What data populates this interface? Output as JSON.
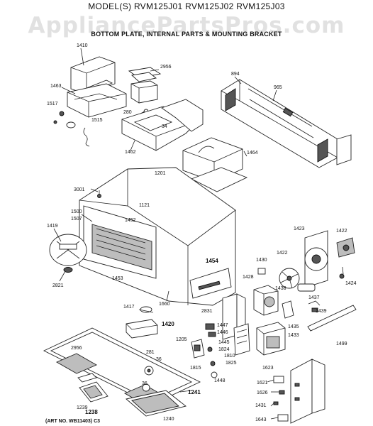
{
  "header": {
    "model": "MODEL(S) RVM125J01 RVM125J02 RVM125J03",
    "subtitle": "BOTTOM PLATE, INTERNAL PARTS & MOUNTING BRACKET",
    "watermark": "AppliancePartsPros.com"
  },
  "footer": {
    "art_no": "(ART NO. WB11403) C3"
  },
  "parts": [
    {
      "id": "p1410",
      "label": "1410"
    },
    {
      "id": "p2956a",
      "label": "2956"
    },
    {
      "id": "p894",
      "label": "894"
    },
    {
      "id": "p965",
      "label": "965"
    },
    {
      "id": "p1463",
      "label": "1463"
    },
    {
      "id": "p1517",
      "label": "1517"
    },
    {
      "id": "p1515",
      "label": "1515"
    },
    {
      "id": "p280",
      "label": "280"
    },
    {
      "id": "p34",
      "label": "34"
    },
    {
      "id": "p1462",
      "label": "1462"
    },
    {
      "id": "p1464",
      "label": "1464"
    },
    {
      "id": "p1201",
      "label": "1201"
    },
    {
      "id": "p3001",
      "label": "3001"
    },
    {
      "id": "p1121",
      "label": "1121"
    },
    {
      "id": "p1500",
      "label": "1500"
    },
    {
      "id": "p1507",
      "label": "1507"
    },
    {
      "id": "p1419",
      "label": "1419"
    },
    {
      "id": "p1452",
      "label": "1452"
    },
    {
      "id": "p1423",
      "label": "1423"
    },
    {
      "id": "p1422a",
      "label": "1422"
    },
    {
      "id": "p1422b",
      "label": "1422"
    },
    {
      "id": "p1430",
      "label": "1430"
    },
    {
      "id": "p1454",
      "label": "1454"
    },
    {
      "id": "p1428",
      "label": "1428"
    },
    {
      "id": "p1438",
      "label": "1438"
    },
    {
      "id": "p1424",
      "label": "1424"
    },
    {
      "id": "p1437",
      "label": "1437"
    },
    {
      "id": "p1439",
      "label": "1439"
    },
    {
      "id": "p1453",
      "label": "1453"
    },
    {
      "id": "p2821",
      "label": "2821"
    },
    {
      "id": "p1660",
      "label": "1660"
    },
    {
      "id": "p1417",
      "label": "1417"
    },
    {
      "id": "p2831",
      "label": "2831"
    },
    {
      "id": "p1420",
      "label": "1420"
    },
    {
      "id": "p1447",
      "label": "1447"
    },
    {
      "id": "p1446",
      "label": "1446"
    },
    {
      "id": "p1435",
      "label": "1435"
    },
    {
      "id": "p1433",
      "label": "1433"
    },
    {
      "id": "p1499",
      "label": "1499"
    },
    {
      "id": "p1205",
      "label": "1205"
    },
    {
      "id": "p1445",
      "label": "1445"
    },
    {
      "id": "p1824",
      "label": "1824"
    },
    {
      "id": "p2956b",
      "label": "2956"
    },
    {
      "id": "p281",
      "label": "281"
    },
    {
      "id": "p36a",
      "label": "36"
    },
    {
      "id": "p1810",
      "label": "1810"
    },
    {
      "id": "p1825",
      "label": "1825"
    },
    {
      "id": "p1815",
      "label": "1815"
    },
    {
      "id": "p1623",
      "label": "1623"
    },
    {
      "id": "p1448",
      "label": "1448"
    },
    {
      "id": "p36b",
      "label": "36"
    },
    {
      "id": "p1621",
      "label": "1621"
    },
    {
      "id": "p1626",
      "label": "1626"
    },
    {
      "id": "p1241",
      "label": "1241"
    },
    {
      "id": "p1239",
      "label": "1239"
    },
    {
      "id": "p1238",
      "label": "1238"
    },
    {
      "id": "p1431",
      "label": "1431"
    },
    {
      "id": "p1240",
      "label": "1240"
    },
    {
      "id": "p1643",
      "label": "1643"
    }
  ]
}
